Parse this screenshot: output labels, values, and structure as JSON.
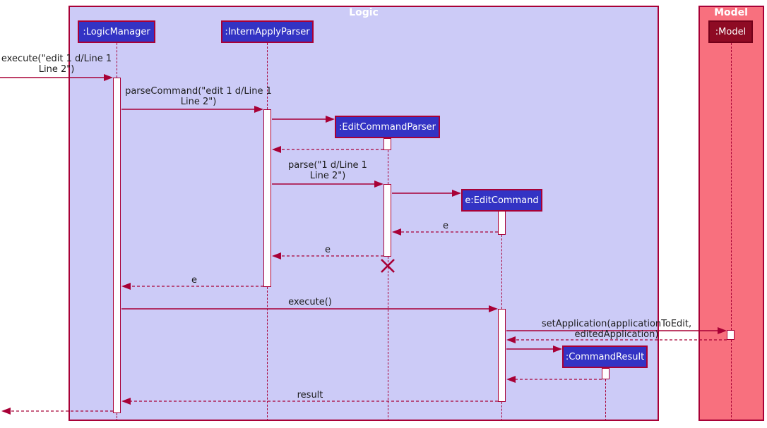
{
  "diagram": {
    "type": "uml-sequence-diagram",
    "frames": {
      "logic": "Logic",
      "model": "Model"
    },
    "participants": {
      "logic_manager": ":LogicManager",
      "intern_apply_parser": ":InternApplyParser",
      "edit_command_parser": ":EditCommandParser",
      "edit_command": "e:EditCommand",
      "command_result": ":CommandResult",
      "model": ":Model"
    },
    "messages": {
      "execute_in": "execute(\"edit 1 d/Line 1\nLine 2\")",
      "parse_command": "parseCommand(\"edit 1 d/Line 1\nLine 2\")",
      "parse": "parse(\"1 d/Line 1\nLine 2\")",
      "return_e_to_parser": "e",
      "return_e_to_intern_parser": "e",
      "return_e_to_logic_manager": "e",
      "execute": "execute()",
      "set_application": "setApplication(applicationToEdit, editedApplication)",
      "result": "result"
    },
    "colors": {
      "arrow": "#A80036",
      "logic_frame_bg": "#CCCBF7",
      "model_frame_bg": "#F8707E",
      "logic_participant_bg": "#3333C4",
      "model_participant_bg": "#8E0B24",
      "activation_bg": "#FFFFFF",
      "frame_title_text": "#FFFFFF",
      "participant_text": "#FFFFFF",
      "message_text": "#1C1C1C"
    }
  }
}
